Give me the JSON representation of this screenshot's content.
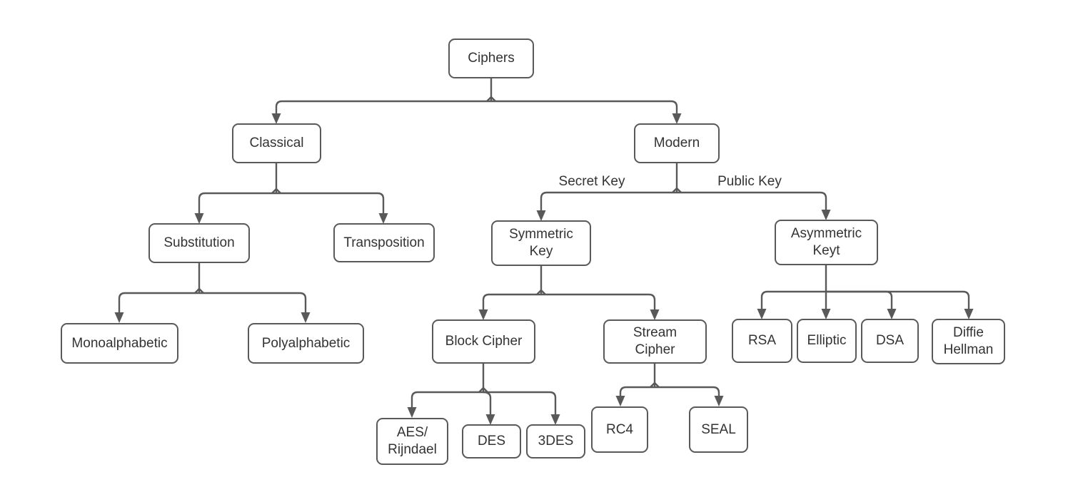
{
  "diagram": {
    "type": "tree",
    "topic": "Ciphers classification",
    "nodes": {
      "ciphers": "Ciphers",
      "classical": "Classical",
      "modern": "Modern",
      "substitution": "Substitution",
      "transposition": "Transposition",
      "symmetric_key": "Symmetric\nKey",
      "asymmetric_key": "Asymmetric\nKeyt",
      "monoalphabetic": "Monoalphabetic",
      "polyalphabetic": "Polyalphabetic",
      "block_cipher": "Block Cipher",
      "stream_cipher": "Stream\nCipher",
      "rsa": "RSA",
      "elliptic": "Elliptic",
      "dsa": "DSA",
      "diffie_hellman": "Diffie\nHellman",
      "aes_rijndael": "AES/\nRijndael",
      "des": "DES",
      "3des": "3DES",
      "rc4": "RC4",
      "seal": "SEAL"
    },
    "edge_labels": {
      "secret_key": "Secret Key",
      "public_key": "Public Key"
    },
    "edges": [
      {
        "from": "ciphers",
        "to": "classical"
      },
      {
        "from": "ciphers",
        "to": "modern"
      },
      {
        "from": "classical",
        "to": "substitution"
      },
      {
        "from": "classical",
        "to": "transposition"
      },
      {
        "from": "modern",
        "to": "symmetric_key",
        "label": "Secret Key"
      },
      {
        "from": "modern",
        "to": "asymmetric_key",
        "label": "Public Key"
      },
      {
        "from": "substitution",
        "to": "monoalphabetic"
      },
      {
        "from": "substitution",
        "to": "polyalphabetic"
      },
      {
        "from": "symmetric_key",
        "to": "block_cipher"
      },
      {
        "from": "symmetric_key",
        "to": "stream_cipher"
      },
      {
        "from": "asymmetric_key",
        "to": "rsa"
      },
      {
        "from": "asymmetric_key",
        "to": "elliptic"
      },
      {
        "from": "asymmetric_key",
        "to": "dsa"
      },
      {
        "from": "asymmetric_key",
        "to": "diffie_hellman"
      },
      {
        "from": "block_cipher",
        "to": "aes_rijndael"
      },
      {
        "from": "block_cipher",
        "to": "des"
      },
      {
        "from": "block_cipher",
        "to": "3des"
      },
      {
        "from": "stream_cipher",
        "to": "rc4"
      },
      {
        "from": "stream_cipher",
        "to": "seal"
      }
    ],
    "colors": {
      "line": "#595959",
      "text": "#333333",
      "node_fill": "#ffffff",
      "background": "#ffffff"
    }
  }
}
